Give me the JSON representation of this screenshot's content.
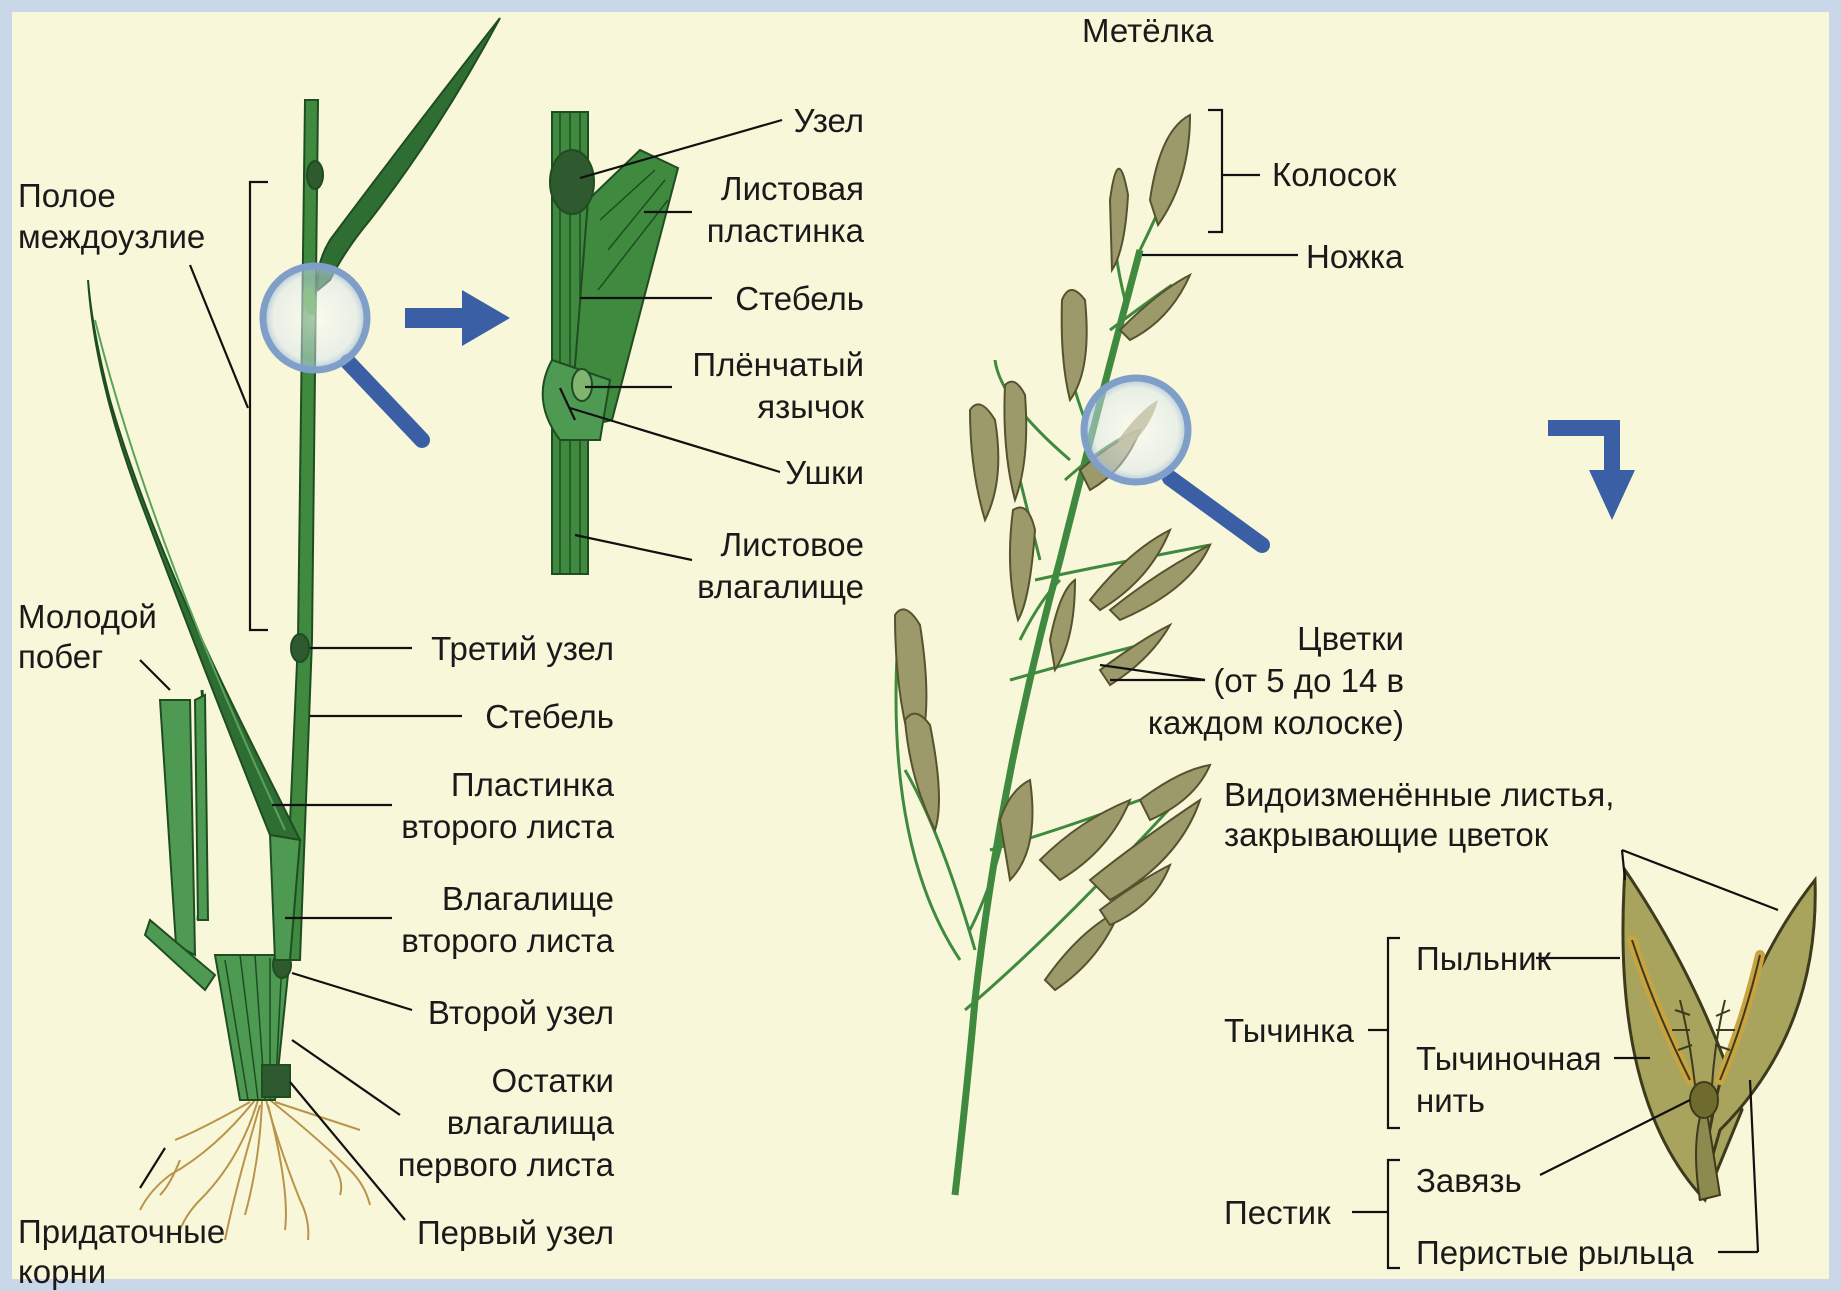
{
  "colors": {
    "background": "#f9f7d9",
    "border": "#c9d7e9",
    "stem": "#3f8a3f",
    "leaf_dark": "#2f6e33",
    "leaf_light": "#5aa35a",
    "spikelet": "#9c9a6a",
    "floret": "#a8a45e",
    "arrow": "#3a5fa5",
    "roots": "#b8954a"
  },
  "plant_labels": {
    "hollow_internode": [
      "Полое",
      "междоузлие"
    ],
    "young_shoot": [
      "Молодой",
      "побег"
    ],
    "adventitious_roots": [
      "Придаточные",
      "корни"
    ],
    "third_node": "Третий узел",
    "stem": "Стебель",
    "second_leaf_blade": [
      "Пластинка",
      "второго листа"
    ],
    "second_leaf_sheath": [
      "Влагалище",
      "второго листа"
    ],
    "second_node": "Второй узел",
    "first_leaf_sheath_remains": [
      "Остатки",
      "влагалища",
      "первого листа"
    ],
    "first_node": "Первый узел"
  },
  "detail_labels": {
    "node": "Узел",
    "leaf_blade": [
      "Листовая",
      "пластинка"
    ],
    "stem": "Стебель",
    "ligule": [
      "Плёнчатый",
      "язычок"
    ],
    "auricles": "Ушки",
    "leaf_sheath": [
      "Листовое",
      "влагалище"
    ]
  },
  "panicle_labels": {
    "title": "Метёлка",
    "spikelet": "Колосок",
    "pedicel": "Ножка",
    "florets": [
      "Цветки",
      "(от 5 до 14 в",
      "каждом колоске)"
    ],
    "modified_leaves": [
      "Видоизменённые листья,",
      "закрывающие цветок"
    ]
  },
  "flower_labels": {
    "anther": "Пыльник",
    "stamen": "Тычинка",
    "filament": [
      "Тычиночная",
      "нить"
    ],
    "ovary": "Завязь",
    "pistil": "Пестик",
    "feathery_stigmas": "Перистые рыльца"
  },
  "icons": [
    "magnifier-icon",
    "arrow-right-icon",
    "arrow-down-icon"
  ]
}
